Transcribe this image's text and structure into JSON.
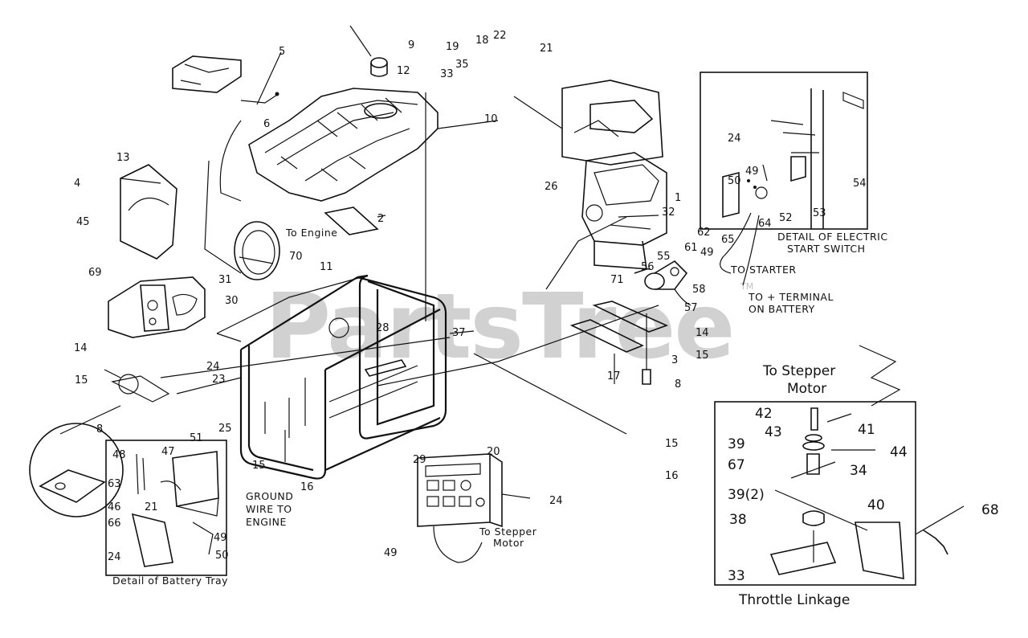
{
  "watermark": {
    "text": "PartsTree",
    "trademark": "TM"
  },
  "callouts": {
    "n1": "1",
    "n2": "2",
    "n3": "3",
    "n4": "4",
    "n5": "5",
    "n6": "6",
    "n8": "8",
    "n8b": "8",
    "n9": "9",
    "n10": "10",
    "n11": "11",
    "n12": "12",
    "n13": "13",
    "n14": "14",
    "n14b": "14",
    "n15": "15",
    "n15b": "15",
    "n15c": "15",
    "n15d": "15",
    "n16": "16",
    "n16b": "16",
    "n17": "17",
    "n18": "18",
    "n19": "19",
    "n20": "20",
    "n21": "21",
    "n21b": "21",
    "n22": "22",
    "n23": "23",
    "n24": "24",
    "n24b": "24",
    "n24c": "24",
    "n24d": "24",
    "n25": "25",
    "n26": "26",
    "n28": "28",
    "n29": "29",
    "n30": "30",
    "n31": "31",
    "n32": "32",
    "n33": "33",
    "n35": "35",
    "n37": "37",
    "n38": "38",
    "n45": "45",
    "n46": "46",
    "n47": "47",
    "n48": "48",
    "n49": "49",
    "n49b": "49",
    "n49c": "49",
    "n49d": "49",
    "n50": "50",
    "n50b": "50",
    "n51": "51",
    "n52": "52",
    "n53": "53",
    "n54": "54",
    "n55": "55",
    "n56": "56",
    "n57": "57",
    "n58": "58",
    "n61": "61",
    "n62": "62",
    "n63": "63",
    "n64": "64",
    "n65": "65",
    "n66": "66",
    "n69": "69",
    "n70": "70",
    "n71": "71",
    "t42": "42",
    "t43": "43",
    "t41": "41",
    "t44": "44",
    "t39": "39",
    "t67": "67",
    "t34": "34",
    "t39x2": "39(2)",
    "t40": "40",
    "t38": "38",
    "t33": "33",
    "t68": "68"
  },
  "labels": {
    "to_engine": "To Engine",
    "detail_electric_1": "DETAIL OF ELECTRIC",
    "detail_electric_2": "START SWITCH",
    "to_starter": "TO STARTER",
    "to_terminal_1": "TO + TERMINAL",
    "to_terminal_2": "ON BATTERY",
    "to_stepper_motor_1": "To Stepper",
    "to_stepper_motor_2": "Motor",
    "ground_wire_1": "GROUND",
    "ground_wire_2": "WIRE TO",
    "ground_wire_3": "ENGINE",
    "to_stepper_small_1": "To Stepper",
    "to_stepper_small_2": "Motor",
    "detail_battery_tray": "Detail of Battery Tray",
    "throttle_linkage": "Throttle Linkage"
  }
}
